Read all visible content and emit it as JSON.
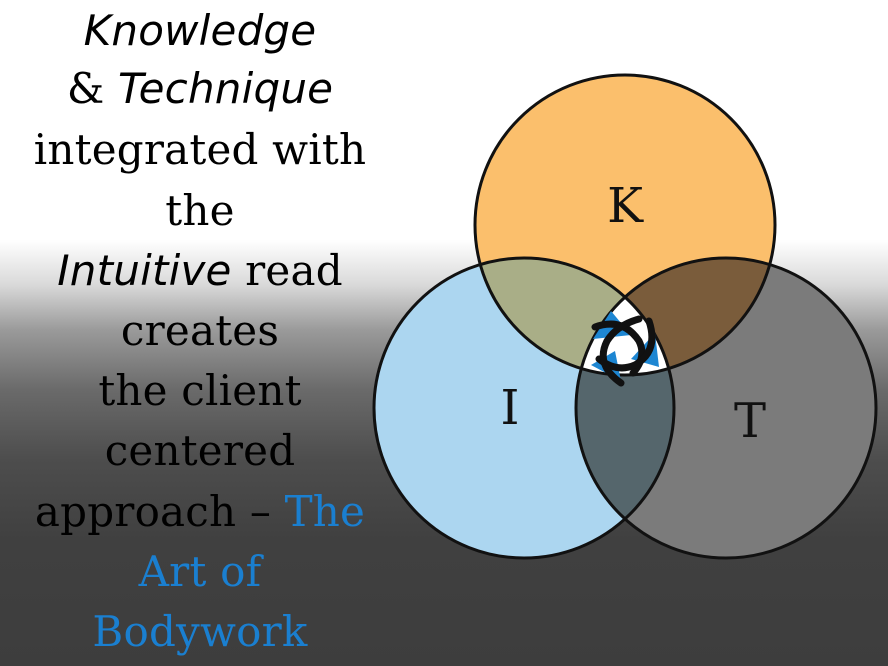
{
  "text": {
    "line1": "Knowledge",
    "line2_prefix": "& ",
    "line2_italic": "Technique",
    "line3": "integrated with",
    "line4": "the",
    "line5_italic": "Intuitive",
    "line5_suffix": " read",
    "line6": "creates",
    "line7": "the client",
    "line8": "centered",
    "line9_prefix": "approach – ",
    "line9_blue": "The",
    "line10": "Art of",
    "line11": "Bodywork"
  },
  "venn": {
    "circles": [
      {
        "label": "K",
        "fill": "#fbbf6c"
      },
      {
        "label": "I",
        "fill": "#acd6f0"
      },
      {
        "label": "T",
        "fill": "#7b7b7b"
      }
    ],
    "overlap_colors": {
      "k_i": "#a9ae87",
      "k_t": "#7a5c3b",
      "i_t": "#55666c"
    },
    "center_logo": "triskelion-logo-icon"
  },
  "colors": {
    "accent_blue": "#1a7fd0",
    "text": "#000000"
  }
}
